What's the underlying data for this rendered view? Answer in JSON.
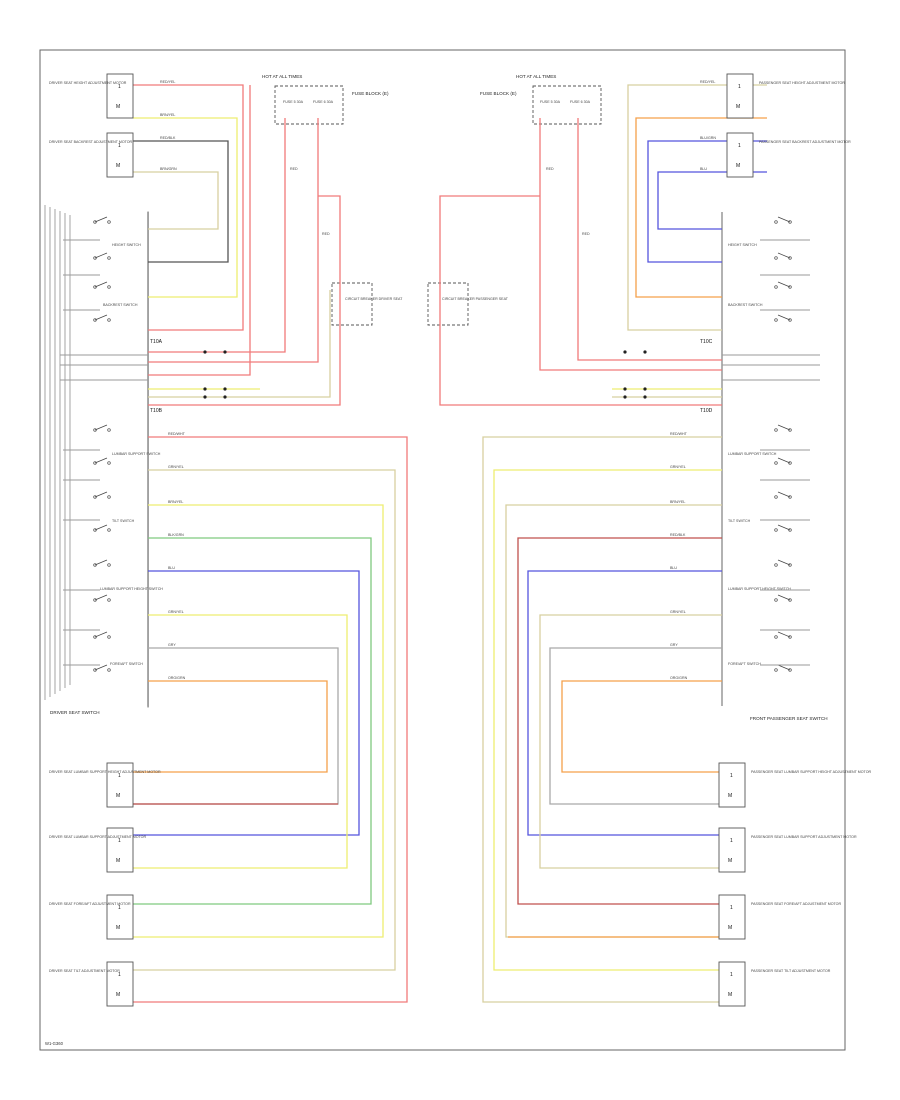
{
  "colors": {
    "red": "#f07a7a",
    "yellow": "#eeee70",
    "grey": "#a9a9a9",
    "green": "#7fc97f",
    "blue": "#5555dd",
    "orange": "#f5a04a",
    "darkred": "#c0504d",
    "tan": "#d8d0a0",
    "black": "#555555"
  },
  "sections": {
    "driver_switch": "DRIVER SEAT SWITCH",
    "passenger_switch": "FRONT PASSENGER SEAT SWITCH"
  },
  "fuses": {
    "left_title": "HOT AT ALL TIMES",
    "right_title": "HOT AT ALL TIMES",
    "left_box": "FUSE BLOCK (E)",
    "right_box": "FUSE BLOCK (E)",
    "fuse_a": "FUSE 5 30A",
    "fuse_b": "FUSE 6 30A",
    "fuse_c": "FUSE 5 30A",
    "fuse_d": "FUSE 6 30A"
  },
  "driver_motors": [
    "DRIVER SEAT HEIGHT ADJUSTMENT MOTOR",
    "DRIVER SEAT BACKREST ADJUSTMENT MOTOR",
    "DRIVER SEAT LUMBAR SUPPORT HEIGHT ADJUSTMENT MOTOR",
    "DRIVER SEAT LUMBAR SUPPORT ADJUSTMENT MOTOR",
    "DRIVER SEAT FORE/AFT ADJUSTMENT MOTOR",
    "DRIVER SEAT TILT ADJUSTMENT MOTOR"
  ],
  "passenger_motors": [
    "PASSENGER SEAT HEIGHT ADJUSTMENT MOTOR",
    "PASSENGER SEAT BACKREST ADJUSTMENT MOTOR",
    "PASSENGER SEAT LUMBAR SUPPORT HEIGHT ADJUSTMENT MOTOR",
    "PASSENGER SEAT LUMBAR SUPPORT ADJUSTMENT MOTOR",
    "PASSENGER SEAT FORE/AFT ADJUSTMENT MOTOR",
    "PASSENGER SEAT TILT ADJUSTMENT MOTOR"
  ],
  "driver_switch_labels": [
    "HEIGHT SWITCH",
    "BACKREST SWITCH",
    "LUMBAR SUPPORT SWITCH",
    "TILT SWITCH",
    "LUMBAR SUPPORT HEIGHT SWITCH",
    "FORE/AFT SWITCH"
  ],
  "passenger_switch_labels": [
    "HEIGHT SWITCH",
    "BACKREST SWITCH",
    "LUMBAR SUPPORT SWITCH",
    "TILT SWITCH",
    "LUMBAR SUPPORT HEIGHT SWITCH",
    "FORE/AFT SWITCH"
  ],
  "breakers": {
    "left": "CIRCUIT BREAKER DRIVER SEAT",
    "right": "CIRCUIT BREAKER PASSENGER SEAT"
  },
  "connectors": {
    "t10a": "T10A",
    "t10b": "T10B",
    "t10c": "T10C",
    "t10d": "T10D"
  },
  "wire_labels": {
    "red_yel": "RED/YEL",
    "red_wht": "RED/WHT",
    "red": "RED",
    "brn_grn": "BRN/GRN",
    "brn_yel": "BRN/YEL",
    "blu_grn": "BLU/GRN",
    "blu": "BLU",
    "grn_yel": "GRN/YEL",
    "blk_grn": "BLK/GRN",
    "red_blk": "RED/BLK",
    "gry": "GRY",
    "org_grn": "ORG/GRN"
  },
  "footer": "W1-G360"
}
